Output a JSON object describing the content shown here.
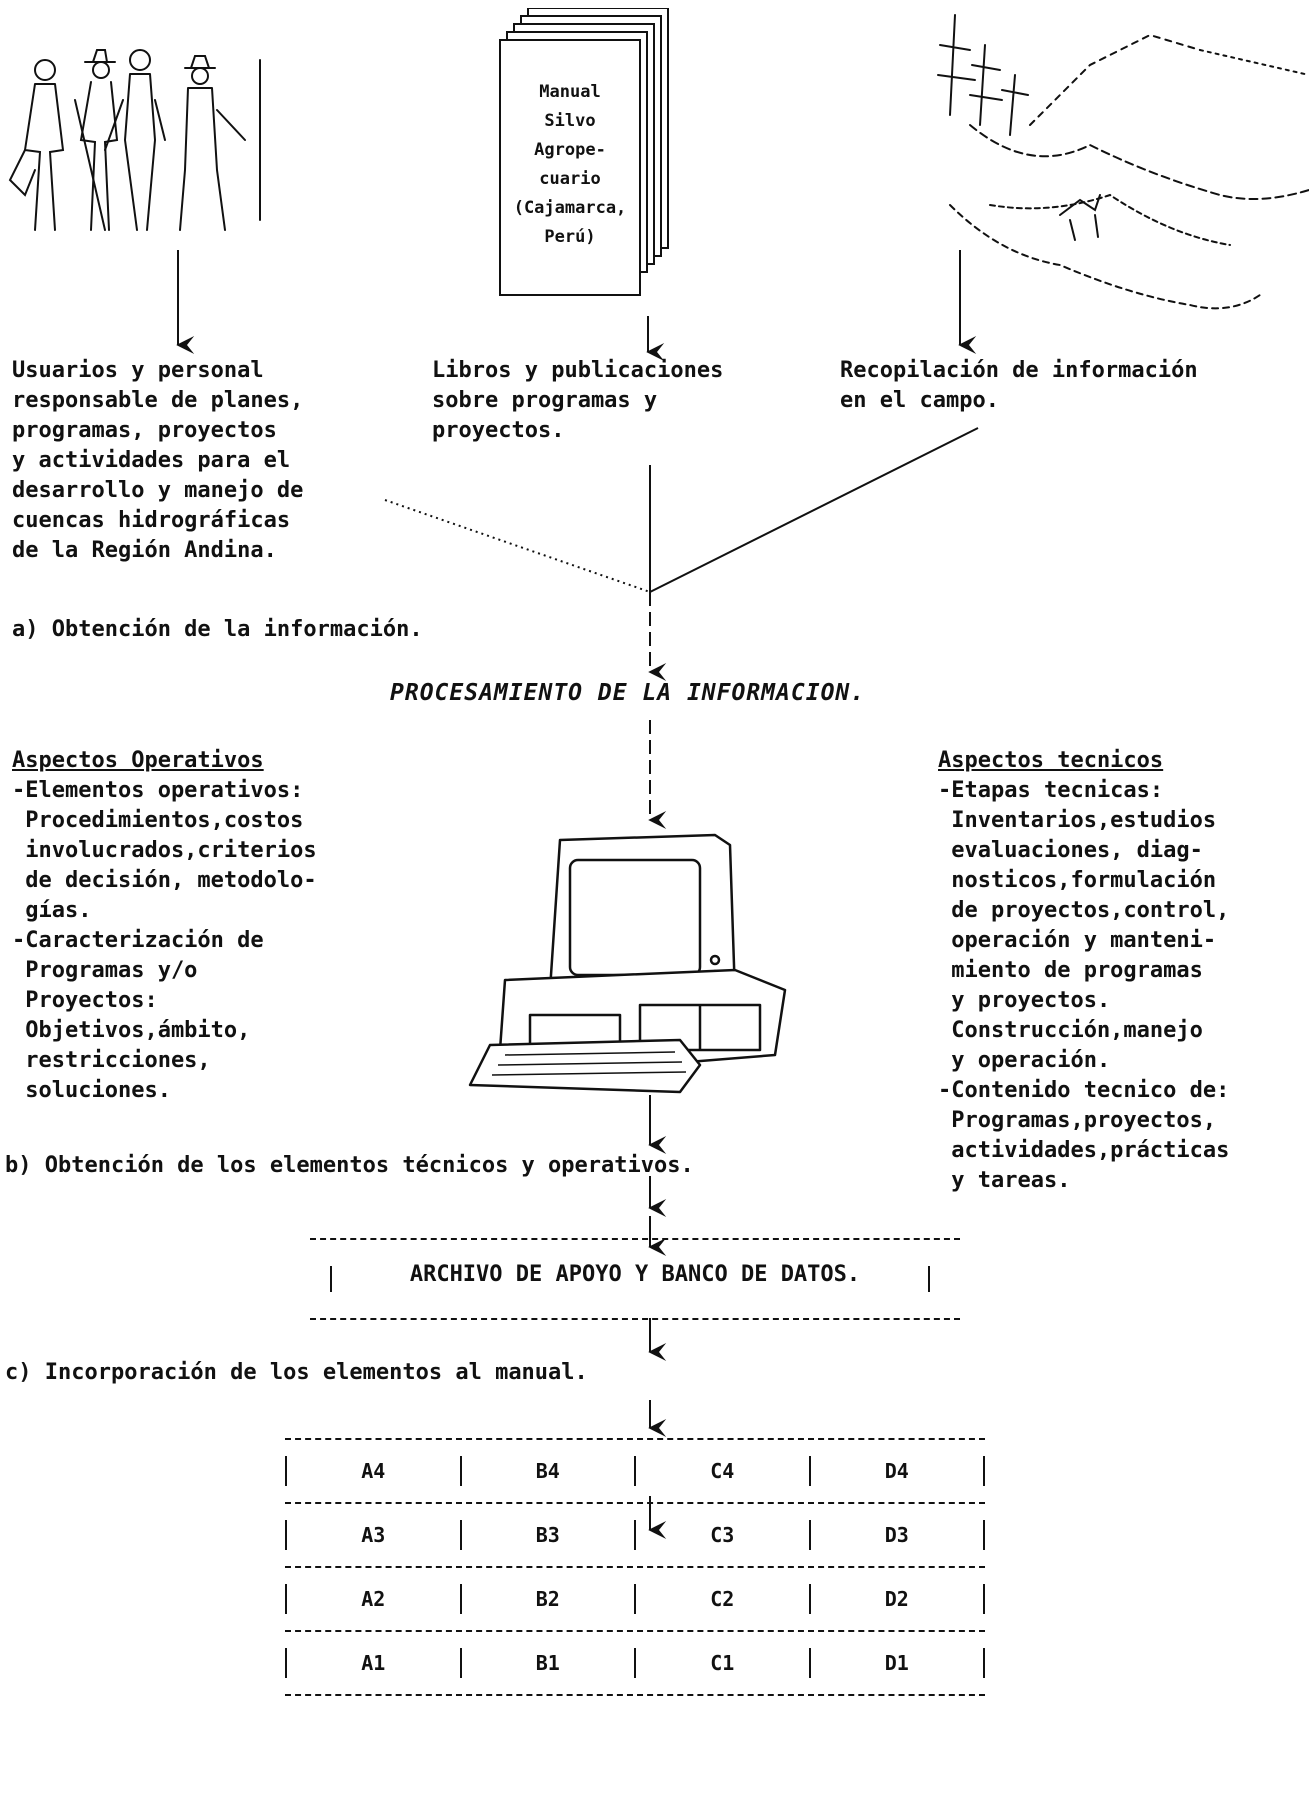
{
  "sources": {
    "people_text": [
      "Usuarios y personal",
      "responsable de planes,",
      "programas, proyectos",
      "y actividades para el",
      "desarrollo y manejo de",
      "cuencas hidrográficas",
      "de la Región Andina."
    ],
    "books_text": [
      "Libros y publicaciones",
      "sobre programas y",
      "proyectos."
    ],
    "field_text": [
      "Recopilación de información",
      "en el campo."
    ],
    "book_label": [
      "Manual",
      "Silvo",
      "Agrope-",
      "cuario",
      "(Cajamarca,",
      "Perú)"
    ]
  },
  "steps": {
    "a": "a) Obtención de la información.",
    "b": "b) Obtención de los elementos técnicos y operativos.",
    "c": "c) Incorporación de los elementos al manual."
  },
  "processing_heading": "PROCESAMIENTO DE LA INFORMACION.",
  "operativos": {
    "title": "Aspectos Operativos",
    "lines": [
      "-Elementos operativos:",
      " Procedimientos,costos",
      " involucrados,criterios",
      " de decisión, metodolo-",
      " gías.",
      "-Caracterización de",
      " Programas y/o",
      " Proyectos:",
      " Objetivos,ámbito,",
      " restricciones,",
      " soluciones."
    ]
  },
  "tecnicos": {
    "title": "Aspectos tecnicos",
    "lines": [
      "-Etapas tecnicas:",
      " Inventarios,estudios",
      " evaluaciones, diag-",
      " nosticos,formulación",
      " de proyectos,control,",
      " operación y manteni-",
      " miento de programas",
      " y proyectos.",
      " Construcción,manejo",
      " y operación.",
      "-Contenido tecnico de:",
      " Programas,proyectos,",
      " actividades,prácticas",
      " y tareas."
    ]
  },
  "archivo_label": "ARCHIVO DE APOYO Y BANCO DE DATOS.",
  "matrix": {
    "rows": [
      [
        "A4",
        "B4",
        "C4",
        "D4"
      ],
      [
        "A3",
        "B3",
        "C3",
        "D3"
      ],
      [
        "A2",
        "B2",
        "C2",
        "D2"
      ],
      [
        "A1",
        "B1",
        "C1",
        "D1"
      ]
    ]
  },
  "colors": {
    "ink": "#111111",
    "paper": "#ffffff"
  }
}
